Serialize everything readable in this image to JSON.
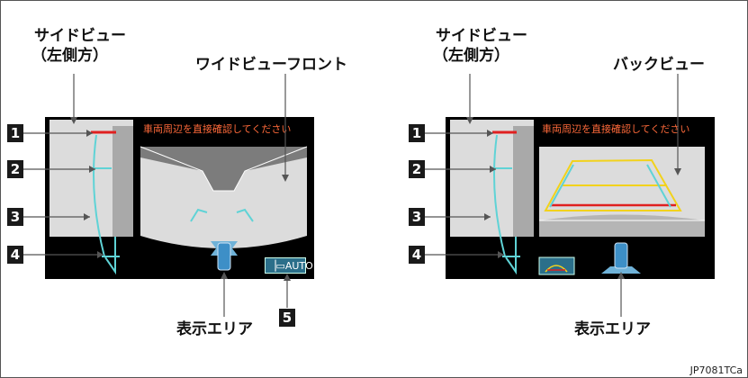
{
  "left_panel": {
    "label_side_view": "サイドビュー",
    "label_side_view_sub": "（左側方）",
    "label_main_view": "ワイドビューフロント",
    "warning_text": "車両周辺を直接確認してください",
    "auto_button": "AUTO",
    "label_display_area": "表示エリア",
    "callout_5": "5"
  },
  "right_panel": {
    "label_side_view": "サイドビュー",
    "label_side_view_sub": "（左側方）",
    "label_main_view": "バックビュー",
    "warning_text": "車両周辺を直接確認してください",
    "label_display_area": "表示エリア"
  },
  "callouts": [
    "1",
    "2",
    "3",
    "4"
  ],
  "figure_code": "JP7081TCa",
  "colors": {
    "screen_bg": "#000000",
    "view_gray": "#dcdcdc",
    "guide_cyan": "#5fd3d6",
    "guide_red": "#e02020",
    "guide_yellow": "#f2d21c",
    "warning_orange": "#ff6a3a"
  }
}
